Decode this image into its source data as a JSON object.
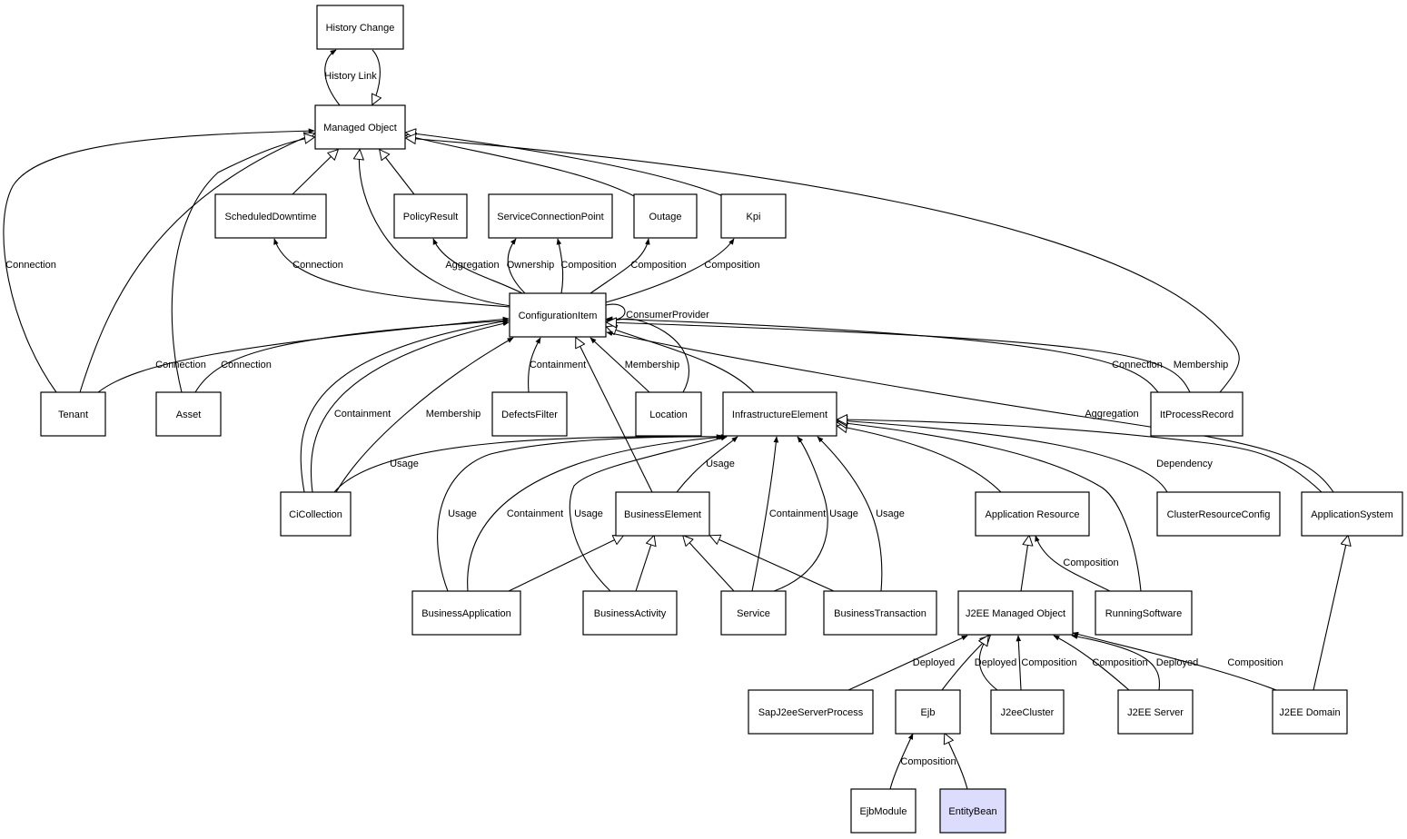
{
  "nodes": [
    {
      "id": "history_change",
      "label": "History Change"
    },
    {
      "id": "managed_object",
      "label": "Managed Object"
    },
    {
      "id": "scheduled_downtime",
      "label": "ScheduledDowntime"
    },
    {
      "id": "policy_result",
      "label": "PolicyResult"
    },
    {
      "id": "service_connection_point",
      "label": "ServiceConnectionPoint"
    },
    {
      "id": "outage",
      "label": "Outage"
    },
    {
      "id": "kpi",
      "label": "Kpi"
    },
    {
      "id": "configuration_item",
      "label": "ConfigurationItem"
    },
    {
      "id": "tenant",
      "label": "Tenant"
    },
    {
      "id": "asset",
      "label": "Asset"
    },
    {
      "id": "defects_filter",
      "label": "DefectsFilter"
    },
    {
      "id": "location",
      "label": "Location"
    },
    {
      "id": "infrastructure_element",
      "label": "InfrastructureElement"
    },
    {
      "id": "it_process_record",
      "label": "ItProcessRecord"
    },
    {
      "id": "ci_collection",
      "label": "CiCollection"
    },
    {
      "id": "business_element",
      "label": "BusinessElement"
    },
    {
      "id": "application_resource",
      "label": "Application Resource"
    },
    {
      "id": "cluster_resource_config",
      "label": "ClusterResourceConfig"
    },
    {
      "id": "application_system",
      "label": "ApplicationSystem"
    },
    {
      "id": "business_application",
      "label": "BusinessApplication"
    },
    {
      "id": "business_activity",
      "label": "BusinessActivity"
    },
    {
      "id": "service",
      "label": "Service"
    },
    {
      "id": "business_transaction",
      "label": "BusinessTransaction"
    },
    {
      "id": "j2ee_managed_object",
      "label": "J2EE Managed Object"
    },
    {
      "id": "running_software",
      "label": "RunningSoftware"
    },
    {
      "id": "sap_j2ee_server_process",
      "label": "SapJ2eeServerProcess"
    },
    {
      "id": "ejb",
      "label": "Ejb"
    },
    {
      "id": "j2ee_cluster",
      "label": "J2eeCluster"
    },
    {
      "id": "j2ee_server",
      "label": "J2EE Server"
    },
    {
      "id": "j2ee_domain",
      "label": "J2EE Domain"
    },
    {
      "id": "ejb_module",
      "label": "EjbModule"
    },
    {
      "id": "entity_bean",
      "label": "EntityBean",
      "highlighted": true
    }
  ],
  "edges": [
    {
      "id": "e_history_link",
      "from": "managed_object",
      "to": "history_change",
      "kind": "assoc",
      "label": "History Link"
    },
    {
      "id": "e_hc_inherit",
      "from": "history_change",
      "to": "managed_object",
      "kind": "inherit",
      "label": ""
    },
    {
      "id": "e_sd_inherit",
      "from": "scheduled_downtime",
      "to": "managed_object",
      "kind": "inherit",
      "label": ""
    },
    {
      "id": "e_pr_inherit",
      "from": "policy_result",
      "to": "managed_object",
      "kind": "inherit",
      "label": ""
    },
    {
      "id": "e_outage_inherit",
      "from": "outage",
      "to": "managed_object",
      "kind": "inherit",
      "label": ""
    },
    {
      "id": "e_kpi_inherit",
      "from": "kpi",
      "to": "managed_object",
      "kind": "inherit",
      "label": ""
    },
    {
      "id": "e_ci_inherit",
      "from": "configuration_item",
      "to": "managed_object",
      "kind": "inherit",
      "label": ""
    },
    {
      "id": "e_tenant_conn_mo",
      "from": "tenant",
      "to": "managed_object",
      "kind": "assoc",
      "label": "Connection"
    },
    {
      "id": "e_tenant_inherit",
      "from": "tenant",
      "to": "managed_object",
      "kind": "inherit",
      "label": ""
    },
    {
      "id": "e_asset_inherit",
      "from": "asset",
      "to": "managed_object",
      "kind": "inherit",
      "label": ""
    },
    {
      "id": "e_itpr_inherit",
      "from": "it_process_record",
      "to": "managed_object",
      "kind": "inherit",
      "label": ""
    },
    {
      "id": "e_ci_sd",
      "from": "configuration_item",
      "to": "scheduled_downtime",
      "kind": "assoc",
      "label": "Connection"
    },
    {
      "id": "e_ci_pr",
      "from": "configuration_item",
      "to": "policy_result",
      "kind": "assoc",
      "label": "Aggregation"
    },
    {
      "id": "e_ci_scp_own",
      "from": "configuration_item",
      "to": "service_connection_point",
      "kind": "assoc",
      "label": "Ownership"
    },
    {
      "id": "e_ci_scp_comp",
      "from": "configuration_item",
      "to": "service_connection_point",
      "kind": "assoc",
      "label": "Composition"
    },
    {
      "id": "e_ci_outage",
      "from": "configuration_item",
      "to": "outage",
      "kind": "assoc",
      "label": "Composition"
    },
    {
      "id": "e_ci_kpi",
      "from": "configuration_item",
      "to": "kpi",
      "kind": "assoc",
      "label": "Composition"
    },
    {
      "id": "e_ci_self",
      "from": "configuration_item",
      "to": "configuration_item",
      "kind": "assoc",
      "label": "ConsumerProvider"
    },
    {
      "id": "e_tenant_ci",
      "from": "tenant",
      "to": "configuration_item",
      "kind": "assoc",
      "label": "Connection"
    },
    {
      "id": "e_asset_ci",
      "from": "asset",
      "to": "configuration_item",
      "kind": "assoc",
      "label": "Connection"
    },
    {
      "id": "e_cic_ci_cont",
      "from": "ci_collection",
      "to": "configuration_item",
      "kind": "assoc",
      "label": "Containment"
    },
    {
      "id": "e_cic_ci_inherit",
      "from": "ci_collection",
      "to": "configuration_item",
      "kind": "assoc",
      "label": ""
    },
    {
      "id": "e_cic_ci_memb",
      "from": "ci_collection",
      "to": "configuration_item",
      "kind": "assoc",
      "label": "Membership"
    },
    {
      "id": "e_df_ci",
      "from": "defects_filter",
      "to": "configuration_item",
      "kind": "assoc",
      "label": "Containment"
    },
    {
      "id": "e_be_ci",
      "from": "business_element",
      "to": "configuration_item",
      "kind": "inherit",
      "label": ""
    },
    {
      "id": "e_loc_ci_memb",
      "from": "location",
      "to": "configuration_item",
      "kind": "assoc",
      "label": "Membership"
    },
    {
      "id": "e_loc_ci",
      "from": "location",
      "to": "configuration_item",
      "kind": "assoc",
      "label": ""
    },
    {
      "id": "e_ie_ci",
      "from": "infrastructure_element",
      "to": "configuration_item",
      "kind": "inherit",
      "label": ""
    },
    {
      "id": "e_itpr_ci_conn",
      "from": "it_process_record",
      "to": "configuration_item",
      "kind": "assoc",
      "label": "Connection"
    },
    {
      "id": "e_itpr_ci_memb",
      "from": "it_process_record",
      "to": "configuration_item",
      "kind": "inherit",
      "label": "Membership"
    },
    {
      "id": "e_as_ci_aggr",
      "from": "application_system",
      "to": "configuration_item",
      "kind": "assoc",
      "label": "Aggregation"
    },
    {
      "id": "e_cic_ie",
      "from": "ci_collection",
      "to": "infrastructure_element",
      "kind": "assoc",
      "label": "Usage"
    },
    {
      "id": "e_ba_ie_usage",
      "from": "business_application",
      "to": "infrastructure_element",
      "kind": "assoc",
      "label": "Usage"
    },
    {
      "id": "e_ba_ie_cont",
      "from": "business_application",
      "to": "infrastructure_element",
      "kind": "assoc",
      "label": "Containment"
    },
    {
      "id": "e_bact_ie",
      "from": "business_activity",
      "to": "infrastructure_element",
      "kind": "assoc",
      "label": "Usage"
    },
    {
      "id": "e_be_ie",
      "from": "business_element",
      "to": "infrastructure_element",
      "kind": "assoc",
      "label": "Usage"
    },
    {
      "id": "e_svc_ie_cont",
      "from": "service",
      "to": "infrastructure_element",
      "kind": "assoc",
      "label": "Containment"
    },
    {
      "id": "e_svc_ie_usage",
      "from": "service",
      "to": "infrastructure_element",
      "kind": "assoc",
      "label": "Usage"
    },
    {
      "id": "e_bt_ie",
      "from": "business_transaction",
      "to": "infrastructure_element",
      "kind": "assoc",
      "label": "Usage"
    },
    {
      "id": "e_ar_ie",
      "from": "application_resource",
      "to": "infrastructure_element",
      "kind": "inherit",
      "label": ""
    },
    {
      "id": "e_rs_ie",
      "from": "running_software",
      "to": "infrastructure_element",
      "kind": "inherit",
      "label": ""
    },
    {
      "id": "e_crc_ie",
      "from": "cluster_resource_config",
      "to": "infrastructure_element",
      "kind": "inherit",
      "label": ""
    },
    {
      "id": "e_as_ie_dep",
      "from": "application_system",
      "to": "infrastructure_element",
      "kind": "inherit",
      "label": "Dependency"
    },
    {
      "id": "e_ba_be",
      "from": "business_application",
      "to": "business_element",
      "kind": "inherit",
      "label": ""
    },
    {
      "id": "e_bact_be",
      "from": "business_activity",
      "to": "business_element",
      "kind": "inherit",
      "label": ""
    },
    {
      "id": "e_svc_be",
      "from": "service",
      "to": "business_element",
      "kind": "inherit",
      "label": ""
    },
    {
      "id": "e_bt_be",
      "from": "business_transaction",
      "to": "business_element",
      "kind": "inherit",
      "label": ""
    },
    {
      "id": "e_jmo_ar",
      "from": "j2ee_managed_object",
      "to": "application_resource",
      "kind": "inherit",
      "label": ""
    },
    {
      "id": "e_rs_ar",
      "from": "running_software",
      "to": "application_resource",
      "kind": "assoc",
      "label": "Composition"
    },
    {
      "id": "e_jd_as",
      "from": "j2ee_domain",
      "to": "application_system",
      "kind": "inherit",
      "label": ""
    },
    {
      "id": "e_sap_jmo",
      "from": "sap_j2ee_server_process",
      "to": "j2ee_managed_object",
      "kind": "assoc",
      "label": "Deployed"
    },
    {
      "id": "e_ejb_jmo",
      "from": "ejb",
      "to": "j2ee_managed_object",
      "kind": "inherit",
      "label": ""
    },
    {
      "id": "e_jc_jmo_dep",
      "from": "j2ee_cluster",
      "to": "j2ee_managed_object",
      "kind": "inherit",
      "label": "Deployed"
    },
    {
      "id": "e_jc_jmo_comp",
      "from": "j2ee_cluster",
      "to": "j2ee_managed_object",
      "kind": "assoc",
      "label": "Composition"
    },
    {
      "id": "e_js_jmo_comp",
      "from": "j2ee_server",
      "to": "j2ee_managed_object",
      "kind": "assoc",
      "label": "Composition"
    },
    {
      "id": "e_js_jmo_dep",
      "from": "j2ee_server",
      "to": "j2ee_managed_object",
      "kind": "assoc",
      "label": "Deployed"
    },
    {
      "id": "e_jd_jmo",
      "from": "j2ee_domain",
      "to": "j2ee_managed_object",
      "kind": "assoc",
      "label": "Composition"
    },
    {
      "id": "e_em_ejb",
      "from": "ejb_module",
      "to": "ejb",
      "kind": "assoc",
      "label": "Composition"
    },
    {
      "id": "e_eb_ejb",
      "from": "entity_bean",
      "to": "ejb",
      "kind": "inherit",
      "label": ""
    }
  ]
}
